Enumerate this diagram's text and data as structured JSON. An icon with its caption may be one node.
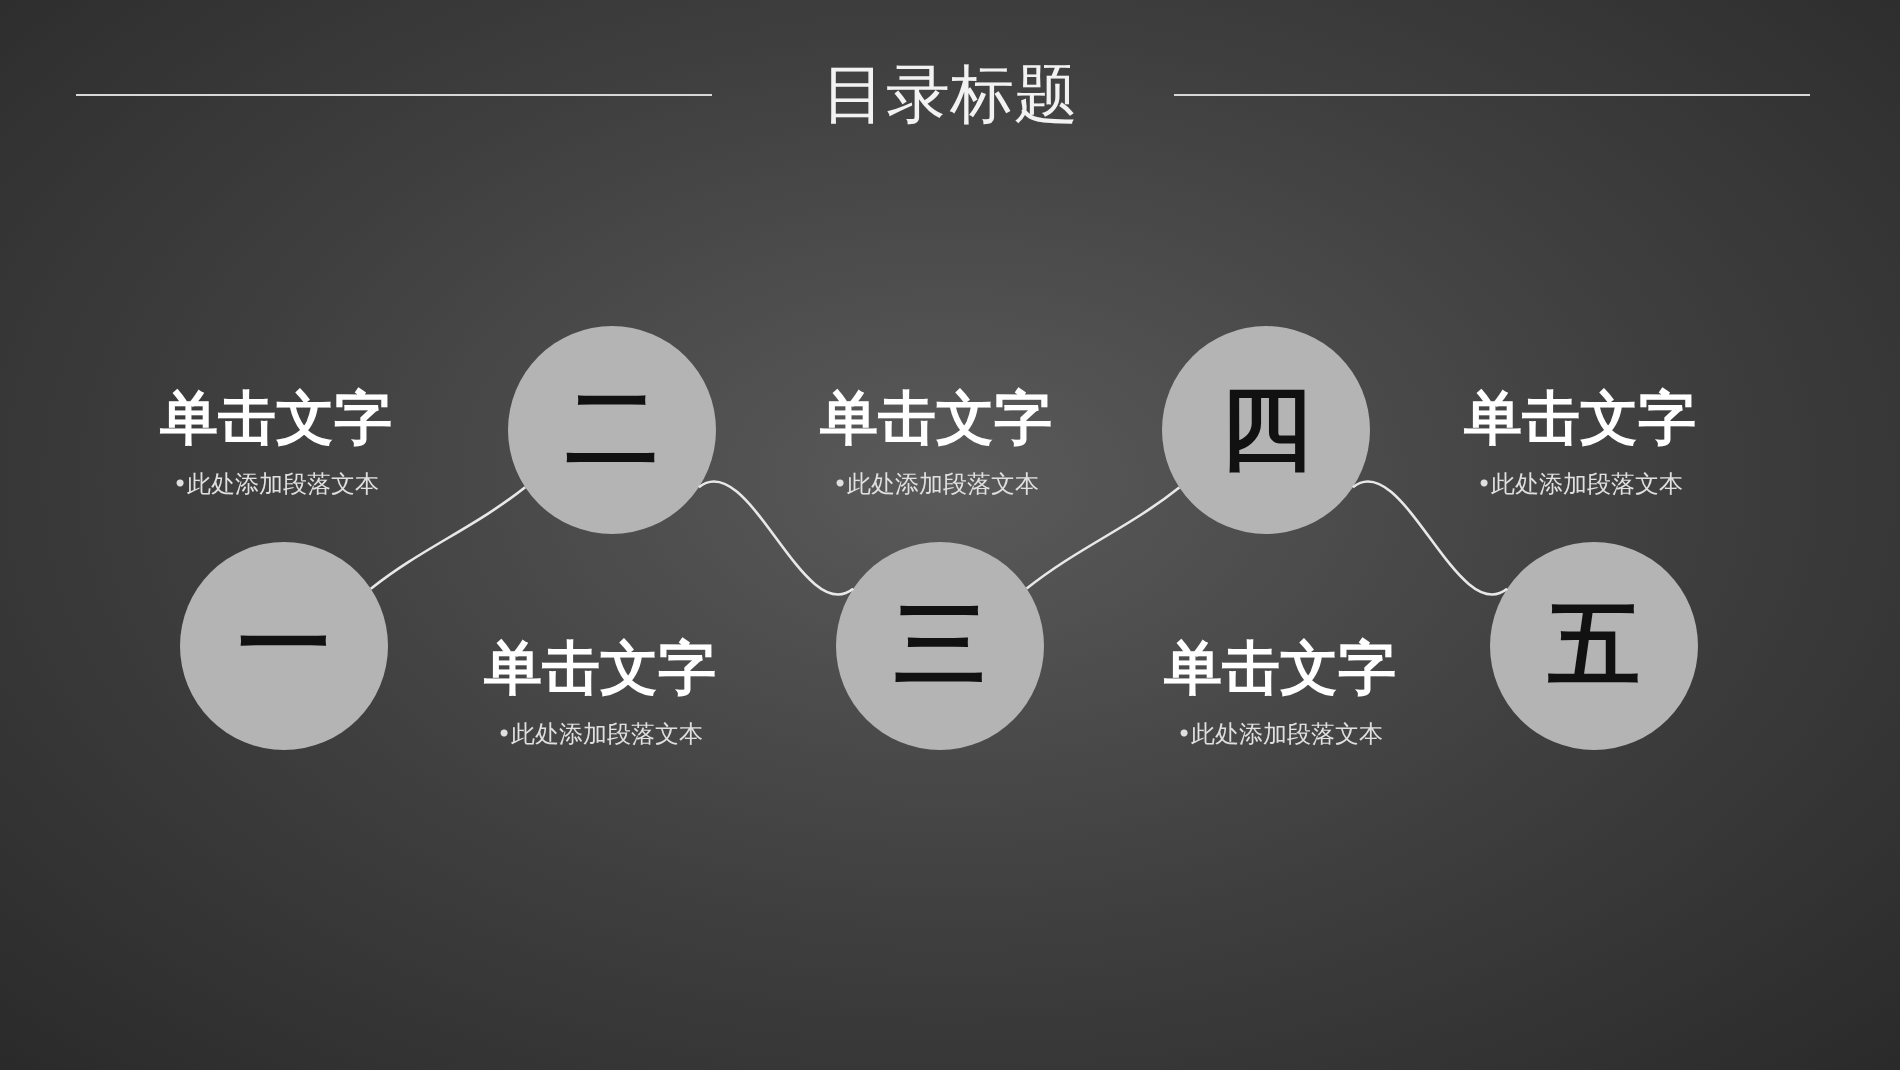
{
  "diagram": {
    "title": "目录标题",
    "nodes": [
      {
        "text": [
          "一"
        ]
      },
      {
        "text": [
          "二"
        ]
      },
      {
        "text": [
          "三"
        ]
      },
      {
        "text": [
          "四"
        ]
      },
      {
        "text": [
          "五"
        ]
      }
    ],
    "edges": [
      {
        "from": 0,
        "to": 1,
        "arrow": "none"
      },
      {
        "from": 1,
        "to": 2,
        "arrow": "none"
      },
      {
        "from": 2,
        "to": 3,
        "arrow": "none"
      },
      {
        "from": 3,
        "to": 4,
        "arrow": "none"
      }
    ],
    "labels": [
      "单击文字",
      "•此处添加段落文本",
      "单击文字",
      "•此处添加段落文本",
      "单击文字",
      "•此处添加段落文本",
      "单击文字",
      "•此处添加段落文本",
      "单击文字",
      "•此处添加段落文本"
    ]
  }
}
